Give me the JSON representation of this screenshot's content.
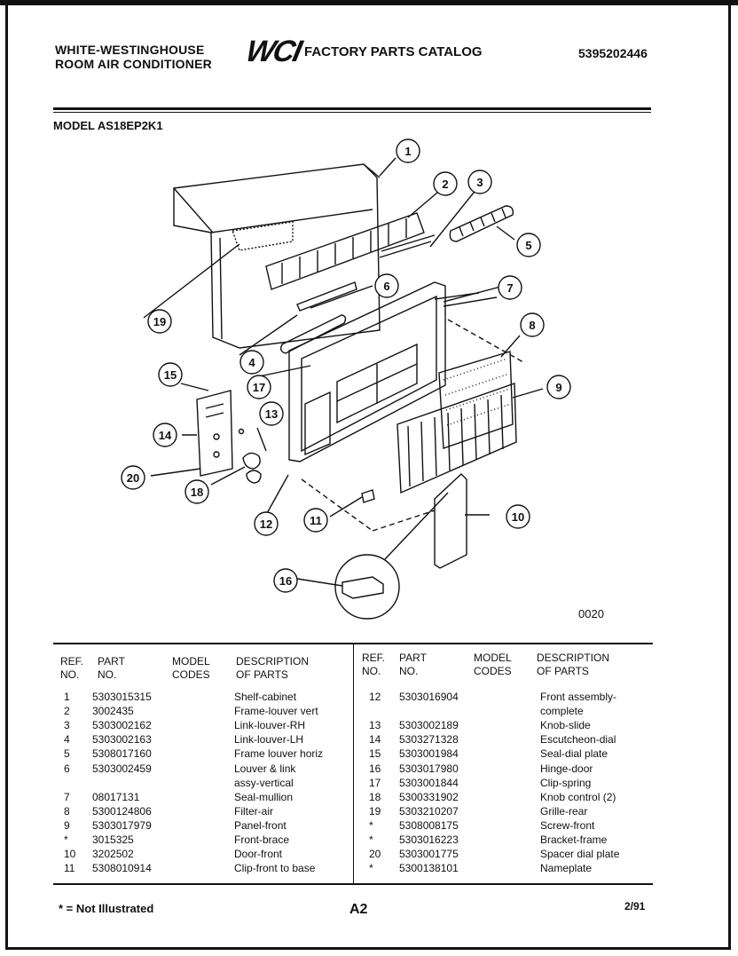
{
  "header": {
    "brand_line1": "WHITE-WESTINGHOUSE",
    "brand_line2": "ROOM AIR CONDITIONER",
    "logo": "WCI",
    "catalog_title": "FACTORY PARTS CATALOG",
    "catalog_number": "5395202446"
  },
  "model": "MODEL AS18EP2K1",
  "diagram": {
    "callouts": [
      "1",
      "2",
      "3",
      "4",
      "5",
      "6",
      "7",
      "8",
      "9",
      "10",
      "11",
      "12",
      "13",
      "14",
      "15",
      "16",
      "17",
      "18",
      "19",
      "20"
    ],
    "figure_code": "0020"
  },
  "table": {
    "headers": {
      "ref_no": [
        "REF.",
        "NO."
      ],
      "part_no": [
        "PART",
        "NO."
      ],
      "model_codes": [
        "MODEL",
        "CODES"
      ],
      "description": [
        "DESCRIPTION",
        "OF PARTS"
      ]
    },
    "left_rows": [
      {
        "ref": "1",
        "part": "5303015315",
        "desc": "Shelf-cabinet"
      },
      {
        "ref": "2",
        "part": "3002435",
        "desc": "Frame-louver vert"
      },
      {
        "ref": "3",
        "part": "5303002162",
        "desc": "Link-louver-RH"
      },
      {
        "ref": "4",
        "part": "5303002163",
        "desc": "Link-louver-LH"
      },
      {
        "ref": "5",
        "part": "5308017160",
        "desc": "Frame louver horiz"
      },
      {
        "ref": "6",
        "part": "5303002459",
        "desc": "Louver & link"
      },
      {
        "ref": "",
        "part": "",
        "desc": "assy-vertical"
      },
      {
        "ref": "7",
        "part": "08017131",
        "desc": "Seal-mullion"
      },
      {
        "ref": "8",
        "part": "5300124806",
        "desc": "Filter-air"
      },
      {
        "ref": "9",
        "part": "5303017979",
        "desc": "Panel-front"
      },
      {
        "ref": "*",
        "part": "3015325",
        "desc": "Front-brace"
      },
      {
        "ref": "10",
        "part": "3202502",
        "desc": "Door-front"
      },
      {
        "ref": "11",
        "part": "5308010914",
        "desc": "Clip-front to base"
      }
    ],
    "right_rows": [
      {
        "ref": "12",
        "part": "5303016904",
        "desc": "Front assembly-"
      },
      {
        "ref": "",
        "part": "",
        "desc": "complete"
      },
      {
        "ref": "13",
        "part": "5303002189",
        "desc": "Knob-slide"
      },
      {
        "ref": "14",
        "part": "5303271328",
        "desc": "Escutcheon-dial"
      },
      {
        "ref": "15",
        "part": "5303001984",
        "desc": "Seal-dial plate"
      },
      {
        "ref": "16",
        "part": "5303017980",
        "desc": "Hinge-door"
      },
      {
        "ref": "17",
        "part": "5303001844",
        "desc": "Clip-spring"
      },
      {
        "ref": "18",
        "part": "5300331902",
        "desc": "Knob control (2)"
      },
      {
        "ref": "19",
        "part": "5303210207",
        "desc": "Grille-rear"
      },
      {
        "ref": "*",
        "part": "5308008175",
        "desc": "Screw-front"
      },
      {
        "ref": "*",
        "part": "5303016223",
        "desc": "Bracket-frame"
      },
      {
        "ref": "20",
        "part": "5303001775",
        "desc": "Spacer dial plate"
      },
      {
        "ref": "*",
        "part": "5300138101",
        "desc": "Nameplate"
      }
    ]
  },
  "footer": {
    "note": "* = Not Illustrated",
    "page": "A2",
    "date": "2/91"
  }
}
